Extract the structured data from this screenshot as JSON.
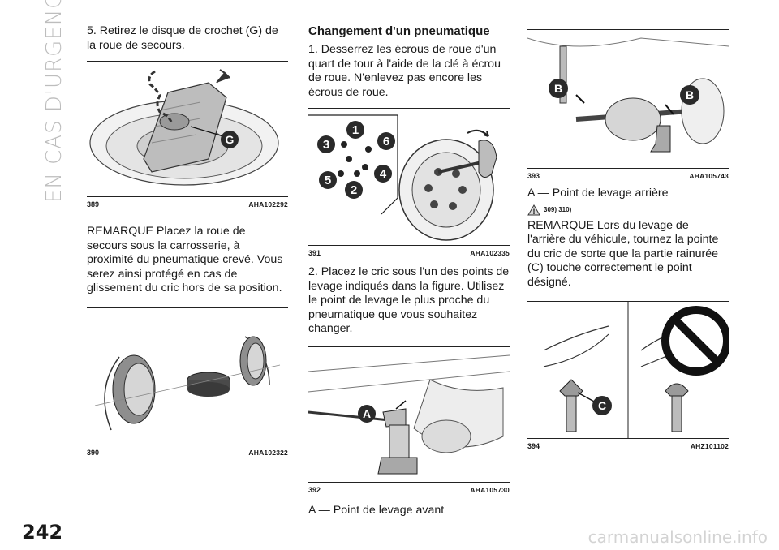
{
  "section_title": "EN CAS D'URGENCE",
  "page_number": "242",
  "watermark": "carmanualsonline.info",
  "col1": {
    "step5": "5. Retirez le disque de crochet (G) de la roue de secours.",
    "fig389": {
      "num": "389",
      "ref": "AHA102292",
      "label_g": "G"
    },
    "remark1": "REMARQUE  Placez la roue de secours sous la carrosserie, à proximité du pneumatique crevé. Vous serez ainsi protégé en cas de glissement du cric hors de sa position.",
    "fig390": {
      "num": "390",
      "ref": "AHA102322"
    }
  },
  "col2": {
    "heading": "Changement d'un pneumatique",
    "step1": "1. Desserrez les écrous de roue d'un quart de tour à l'aide de la clé à écrou de roue. N'enlevez pas encore les écrous de roue.",
    "fig391": {
      "num": "391",
      "ref": "AHA102335",
      "nuts": [
        "1",
        "6",
        "4",
        "2",
        "5",
        "3"
      ]
    },
    "step2": "2. Placez le cric sous l'un des points de levage indiqués dans la figure. Utilisez le point de levage le plus proche du pneumatique que vous souhaitez changer.",
    "fig392": {
      "num": "392",
      "ref": "AHA105730",
      "label_a": "A"
    },
    "caption_a": "A — Point de levage avant"
  },
  "col3": {
    "fig393": {
      "num": "393",
      "ref": "AHA105743",
      "label_b1": "B",
      "label_b2": "B"
    },
    "caption_a": "A — Point de levage arrière",
    "warning_refs": "309) 310)",
    "remark2": "REMARQUE  Lors du levage de l'arrière du véhicule, tournez la pointe du cric de sorte que la partie rainurée (C) touche correctement le point désigné.",
    "fig394": {
      "num": "394",
      "ref": "AHZ101102",
      "label_c": "C"
    }
  }
}
